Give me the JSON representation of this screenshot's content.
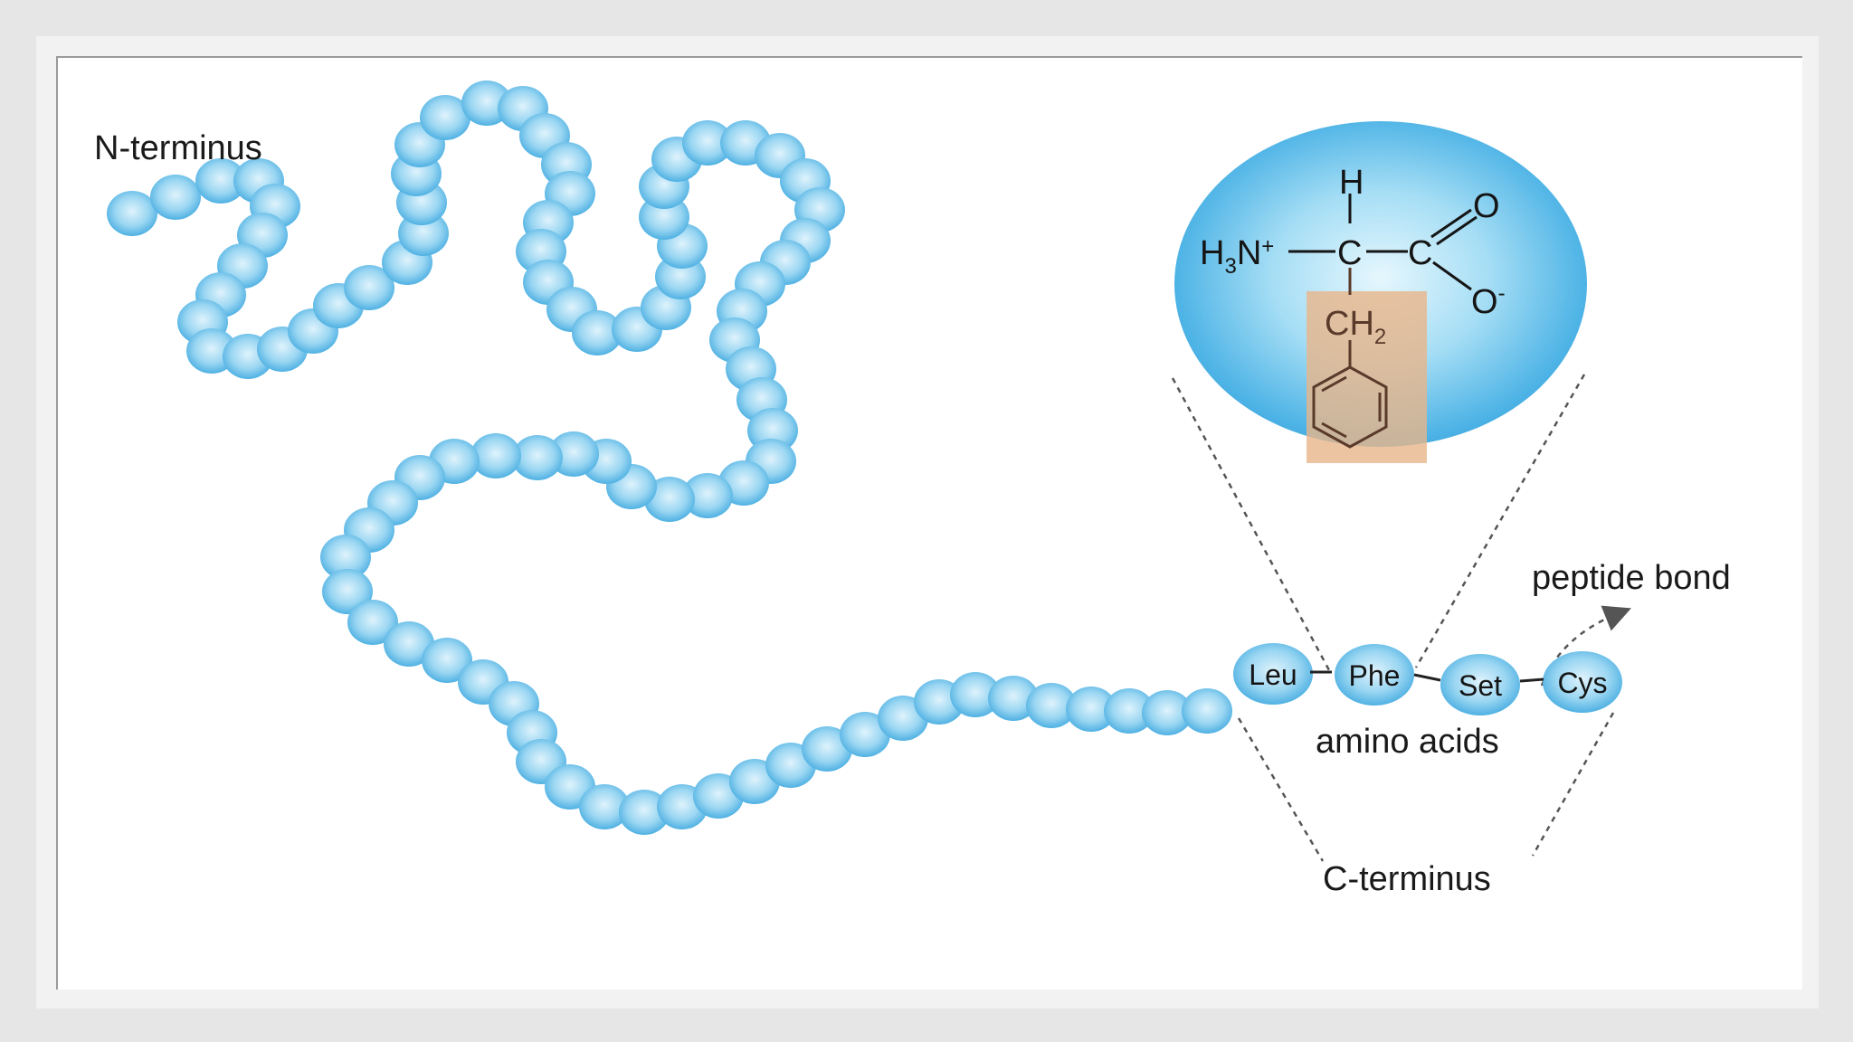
{
  "labels": {
    "n_terminus": "N-terminus",
    "c_terminus": "C-terminus",
    "peptide_bond": "peptide bond",
    "amino_acids": "amino acids"
  },
  "residues": [
    "Leu",
    "Phe",
    "Set",
    "Cys"
  ],
  "structure": {
    "h": "H",
    "amine": "H",
    "amine_sub": "3",
    "amine_n": "N",
    "amine_sup": "+",
    "alpha_c": "C",
    "carboxyl_c": "C",
    "o_double": "O",
    "o_single": "O",
    "o_sup": "-",
    "side_ch": "CH",
    "side_sub": "2"
  },
  "colors": {
    "bead_light": "#d8f0fb",
    "bead_mid": "#8fd0ef",
    "bead_dark": "#3aa5dd",
    "side_chain_highlight": "#e9b58a",
    "connector": "#555555"
  },
  "icons": [
    "benzene-ring-icon",
    "peptide-bond-arrow-icon"
  ]
}
